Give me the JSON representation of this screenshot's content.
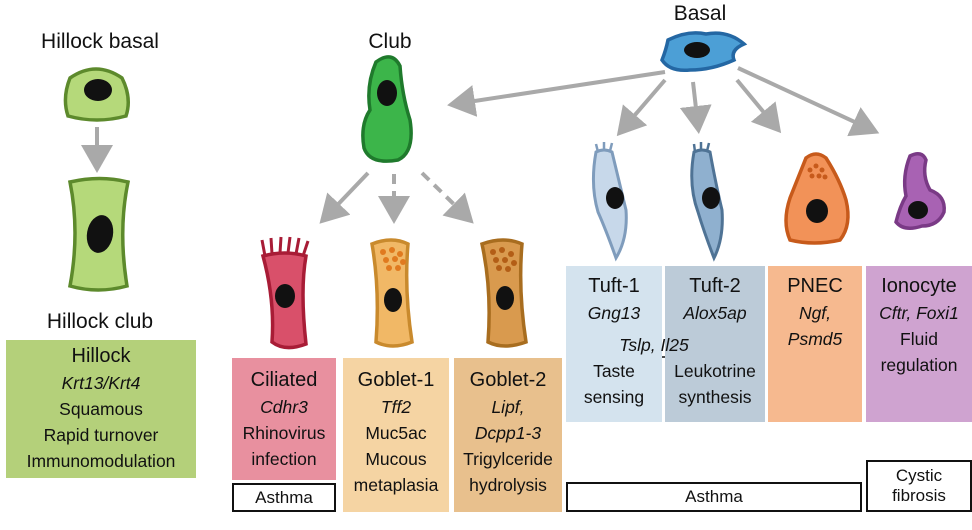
{
  "labels": {
    "hillock_basal": "Hillock basal",
    "hillock_club": "Hillock club",
    "club": "Club",
    "basal": "Basal"
  },
  "boxes": {
    "hillock": {
      "title": "Hillock",
      "markers": "Krt13/Krt4",
      "line1": "Squamous",
      "line2": "Rapid turnover",
      "line3": "Immunomodulation",
      "color": "#b4d07a"
    },
    "ciliated": {
      "title": "Ciliated",
      "markers": "Cdhr3",
      "line1": "Rhinovirus",
      "line2": "infection",
      "color": "#e8909f"
    },
    "goblet1": {
      "title": "Goblet-1",
      "markers": "Tff2",
      "line1": "Muc5ac",
      "line2": "Mucous",
      "line3": "metaplasia",
      "color": "#f5d4a3"
    },
    "goblet2": {
      "title": "Goblet-2",
      "markers1": "Lipf,",
      "markers2": "Dcpp1-3",
      "line1": "Trigylceride",
      "line2": "hydrolysis",
      "color": "#e8c08d"
    },
    "tuft1": {
      "title": "Tuft-1",
      "markers": "Gng13",
      "line1": "Taste",
      "line2": "sensing",
      "color": "#d4e3ee"
    },
    "tuft2": {
      "title": "Tuft-2",
      "markers": "Alox5ap",
      "line1": "Leukotrine",
      "line2": "synthesis",
      "color": "#bccbd8"
    },
    "tuft_shared": "Tslp, Il25",
    "pnec": {
      "title": "PNEC",
      "markers1": "Ngf,",
      "markers2": "Psmd5",
      "color": "#f6b98f"
    },
    "ionocyte": {
      "title": "Ionocyte",
      "markers": "Cftr, Foxi1",
      "line1": "Fluid",
      "line2": "regulation",
      "color": "#cfa3d0"
    }
  },
  "diseases": {
    "asthma_ciliated": "Asthma",
    "asthma_tuft": "Asthma",
    "cf_line1": "Cystic",
    "cf_line2": "fibrosis"
  },
  "colors": {
    "arrow": "#a9a9a9",
    "hillock_fill": "#b5d97a",
    "hillock_stroke": "#5d8a2c",
    "club_fill": "#3cb54a",
    "club_stroke": "#1f7a2c",
    "basal_fill": "#4c9fd6",
    "basal_stroke": "#2467a3",
    "ciliated_fill": "#d9506a",
    "ciliated_stroke": "#a81c36",
    "goblet1_fill": "#f1b866",
    "goblet1_stroke": "#c98a2d",
    "goblet2_fill": "#d99a4e",
    "goblet2_stroke": "#a86d1f",
    "tuft1_fill": "#c7d8ea",
    "tuft1_stroke": "#7f9cbc",
    "tuft2_fill": "#8fb0cf",
    "tuft2_stroke": "#4f7395",
    "pnec_fill": "#f29258",
    "pnec_stroke": "#c75a1b",
    "ionocyte_fill": "#a862b3",
    "ionocyte_stroke": "#7a3a86"
  }
}
